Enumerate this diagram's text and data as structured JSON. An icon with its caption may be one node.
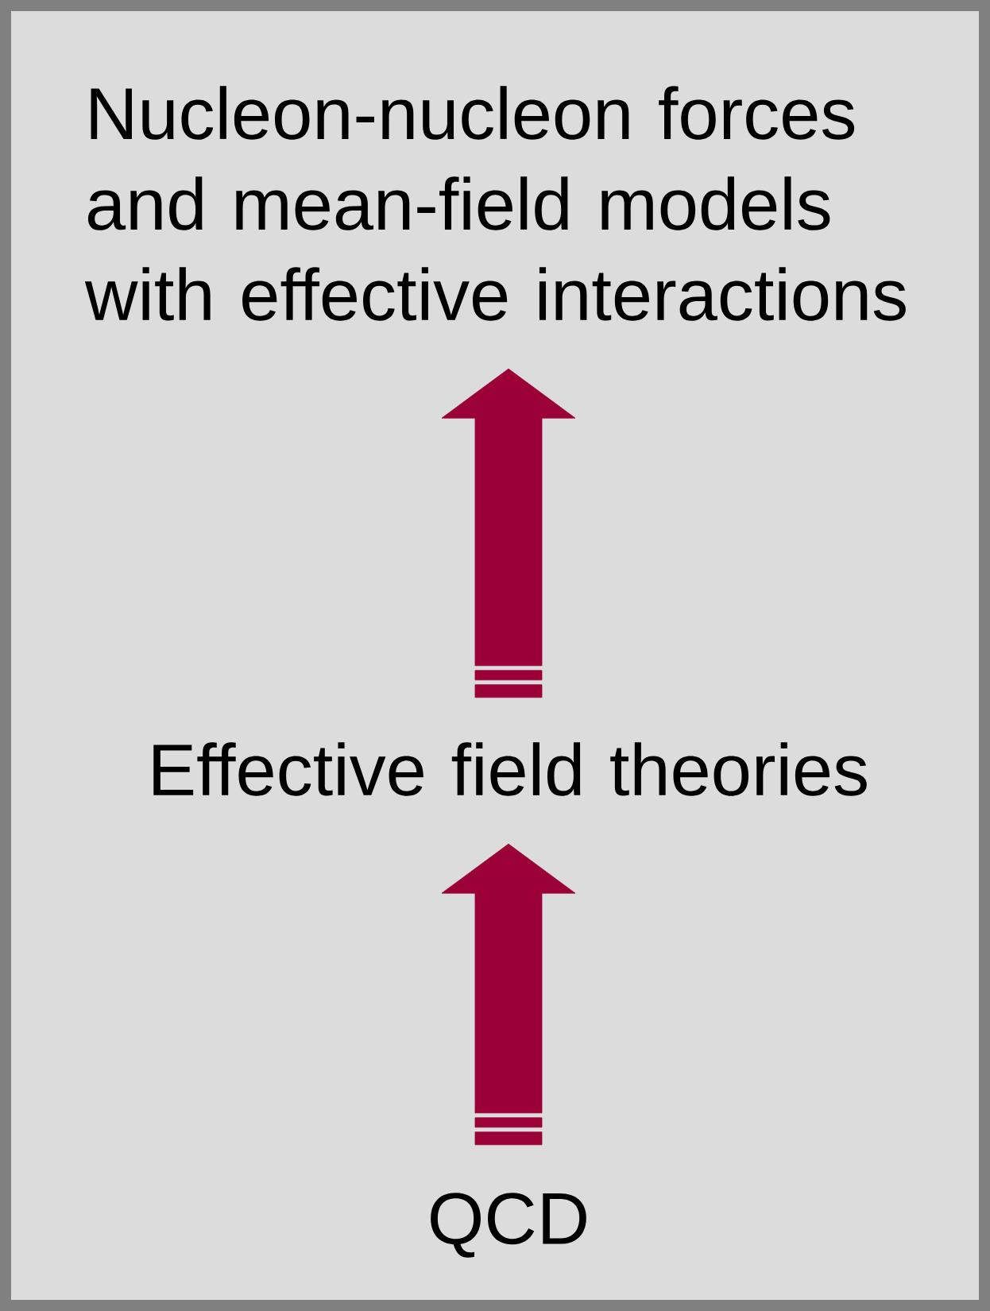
{
  "diagram": {
    "nodes": [
      {
        "text": [
          "Nucleon-nucleon forces and mean-field models with effective interactions"
        ]
      },
      {
        "text": [
          "Effective field theories"
        ]
      },
      {
        "text": [
          "QCD"
        ]
      }
    ],
    "edges": [
      {
        "from": 2,
        "to": 1,
        "arrow": "to"
      },
      {
        "from": 1,
        "to": 0,
        "arrow": "to"
      }
    ]
  }
}
